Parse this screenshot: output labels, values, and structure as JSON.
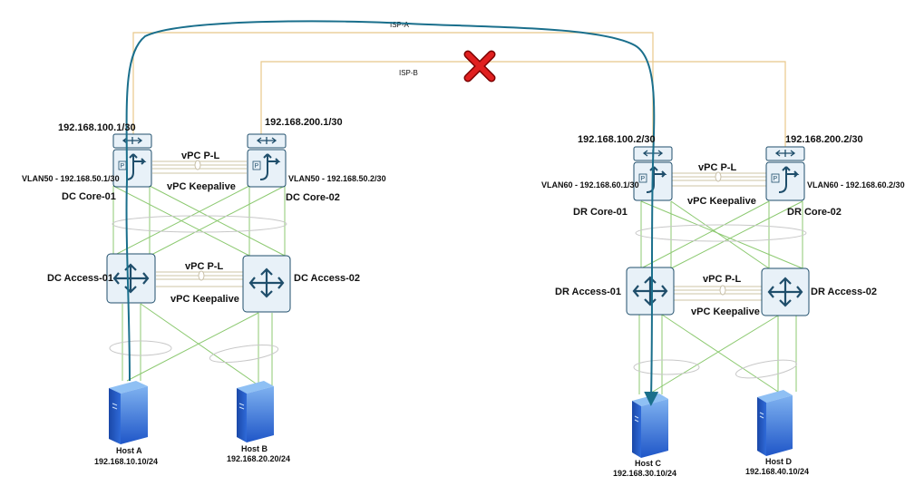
{
  "colors": {
    "isp_line": "#e8c88a",
    "lan_line": "#8cc970",
    "vpc_line": "#d8d0b8",
    "device_fill": "#e8f1f8",
    "device_stroke": "#1f4e6b",
    "flow_path": "#1a6f8c",
    "failure_mark": "#e02020",
    "host_fill": "#2f73d8"
  },
  "isp": {
    "a_label": "ISP-A",
    "b_label": "ISP-B"
  },
  "dc": {
    "core1": {
      "name": "DC Core-01",
      "wan_ip": "192.168.100.1/30",
      "vlan": "VLAN50 - 192.168.50.1/30",
      "icon": "layer3-switch-icon"
    },
    "core2": {
      "name": "DC Core-02",
      "wan_ip": "192.168.200.1/30",
      "vlan": "VLAN50 - 192.168.50.2/30",
      "icon": "layer3-switch-icon"
    },
    "core_link": {
      "peer_link": "vPC P-L",
      "keepalive": "vPC Keepalive"
    },
    "access1": {
      "name": "DC Access-01",
      "icon": "switch-icon"
    },
    "access2": {
      "name": "DC Access-02",
      "icon": "switch-icon"
    },
    "access_link": {
      "peer_link": "vPC P-L",
      "keepalive": "vPC Keepalive"
    },
    "host_a": {
      "name": "Host A",
      "ip": "192.168.10.10/24",
      "icon": "server-icon"
    },
    "host_b": {
      "name": "Host B",
      "ip": "192.168.20.20/24",
      "icon": "server-icon"
    }
  },
  "dr": {
    "core1": {
      "name": "DR Core-01",
      "wan_ip": "192.168.100.2/30",
      "vlan": "VLAN60 - 192.168.60.1/30",
      "icon": "layer3-switch-icon"
    },
    "core2": {
      "name": "DR Core-02",
      "wan_ip": "192.168.200.2/30",
      "vlan": "VLAN60 - 192.168.60.2/30",
      "icon": "layer3-switch-icon"
    },
    "core_link": {
      "peer_link": "vPC P-L",
      "keepalive": "vPC Keepalive"
    },
    "access1": {
      "name": "DR Access-01",
      "icon": "switch-icon"
    },
    "access2": {
      "name": "DR Access-02",
      "icon": "switch-icon"
    },
    "access_link": {
      "peer_link": "vPC P-L",
      "keepalive": "vPC Keepalive"
    },
    "host_c": {
      "name": "Host C",
      "ip": "192.168.30.10/24",
      "icon": "server-icon"
    },
    "host_d": {
      "name": "Host D",
      "ip": "192.168.40.10/24",
      "icon": "server-icon"
    }
  }
}
